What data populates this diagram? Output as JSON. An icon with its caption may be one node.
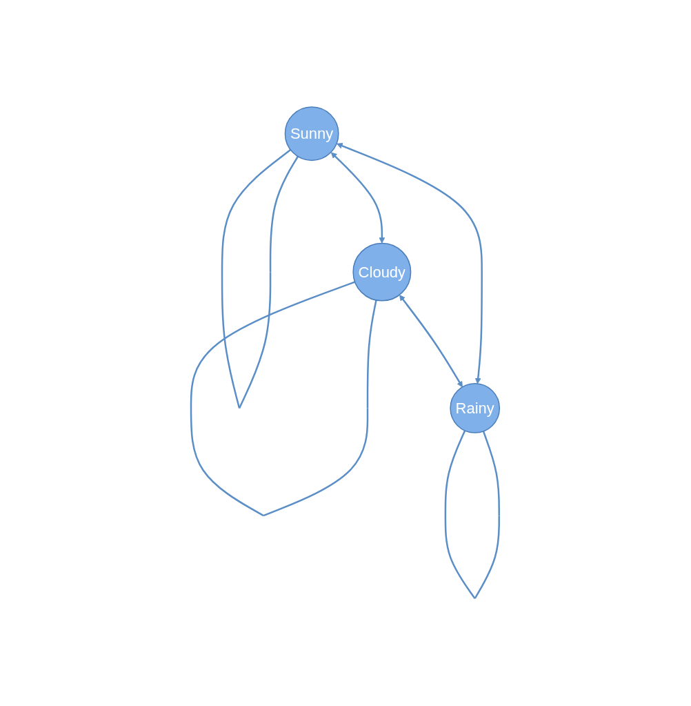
{
  "diagram": {
    "nodes": [
      {
        "text": [
          "Sunny"
        ]
      },
      {
        "text": [
          "Cloudy"
        ]
      },
      {
        "text": [
          "Rainy"
        ]
      }
    ],
    "edges": [
      {
        "from": 0,
        "to": 0,
        "arrow": "none"
      },
      {
        "from": 0,
        "to": 1,
        "arrow": "both"
      },
      {
        "from": 0,
        "to": 2,
        "arrow": "both"
      },
      {
        "from": 1,
        "to": 2,
        "arrow": "both"
      },
      {
        "from": 1,
        "to": 1,
        "arrow": "none"
      },
      {
        "from": 2,
        "to": 2,
        "arrow": "none"
      }
    ]
  }
}
